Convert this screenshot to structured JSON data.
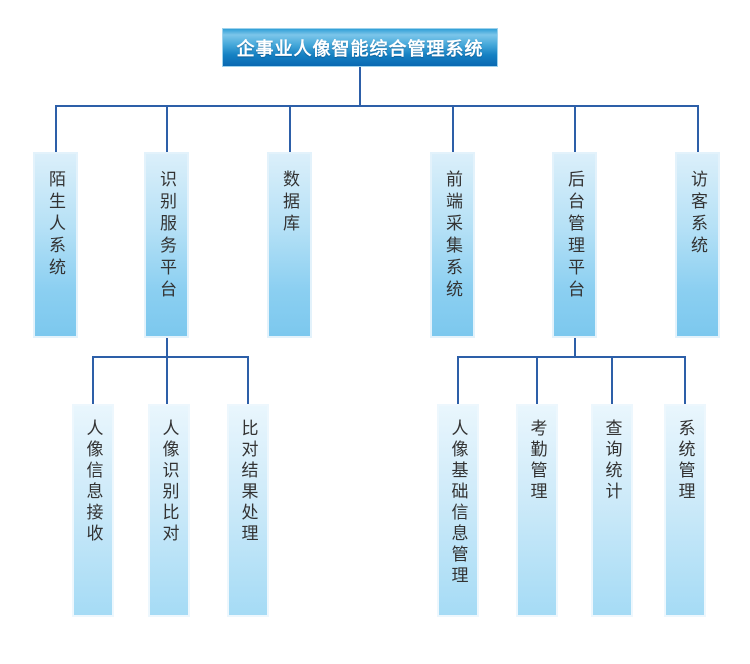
{
  "root": {
    "id": "root",
    "label": "企事业人像智能综合管理系统"
  },
  "level1": [
    {
      "id": "stranger-system",
      "label": "陌生人系统",
      "children": []
    },
    {
      "id": "recognition-service-platform",
      "label": "识别服务平台",
      "children": [
        {
          "id": "portrait-info-reception",
          "label": "人像信息接收"
        },
        {
          "id": "portrait-recognition-comparison",
          "label": "人像识别比对"
        },
        {
          "id": "comparison-result-processing",
          "label": "比对结果处理"
        }
      ]
    },
    {
      "id": "database",
      "label": "数据库",
      "children": []
    },
    {
      "id": "frontend-capture-system",
      "label": "前端采集系统",
      "children": []
    },
    {
      "id": "backend-management-platform",
      "label": "后台管理平台",
      "children": [
        {
          "id": "portrait-basic-info-management",
          "label": "人像基础信息管理"
        },
        {
          "id": "attendance-management",
          "label": "考勤管理"
        },
        {
          "id": "query-statistics",
          "label": "查询统计"
        },
        {
          "id": "system-management",
          "label": "系统管理"
        }
      ]
    },
    {
      "id": "visitor-system",
      "label": "访客系统",
      "children": []
    }
  ],
  "colors": {
    "background": "#ffffff",
    "connector": "#2d5fa8",
    "title_text": "#ffffff",
    "title_grad_top": "#2f9fd7",
    "title_grad_light": "#7cc6ea",
    "title_grad_bottom": "#0a68b2",
    "lvl1_grad_top": "#dbeffa",
    "lvl1_grad_bottom": "#7cc8ee",
    "lvl2_grad_top": "#e9f6fd",
    "lvl2_grad_bottom": "#a5dbf5",
    "node_text": "#333333"
  }
}
